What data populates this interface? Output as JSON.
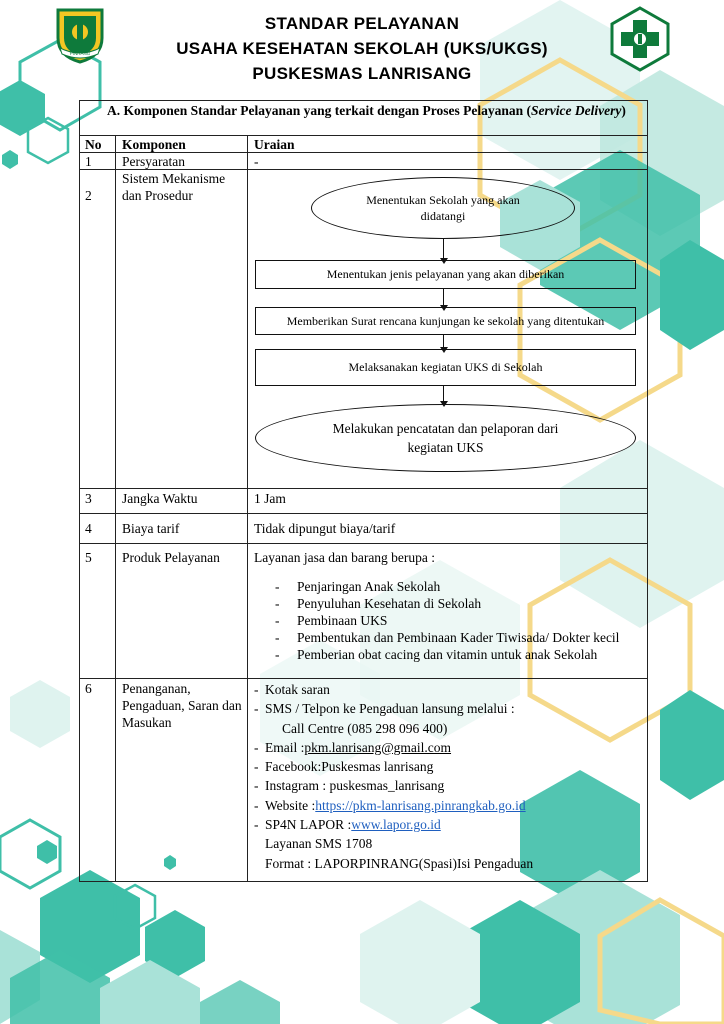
{
  "header": {
    "title_line1": "STANDAR PELAYANAN",
    "title_line2": "USAHA KESEHATAN SEKOLAH (UKS/UKGS)",
    "title_line3": "PUSKESMAS LANRISANG",
    "left_logo_icon": "regency-emblem-icon",
    "left_logo_ribbon": "PINRANG",
    "right_logo_icon": "puskesmas-cross-logo-icon"
  },
  "colors": {
    "teal": "#3fbfa8",
    "teal_light": "#a9e2d8",
    "gold": "#f5d98a",
    "link": "#1f5fbf",
    "logo_green": "#0e7a3b"
  },
  "section": {
    "title_prefix": "A.  Komponen Standar Pelayanan yang terkait dengan Proses Pelayanan (",
    "title_italic": "Service Delivery",
    "title_suffix": ")"
  },
  "table": {
    "headers": {
      "no": "No",
      "komponen": "Komponen",
      "uraian": "Uraian"
    },
    "rows": [
      {
        "no": "1",
        "komponen": "Persyaratan",
        "uraian": "-"
      },
      {
        "no": "2",
        "komponen": "Sistem Mekanisme dan Prosedur"
      },
      {
        "no": "3",
        "komponen": "Jangka Waktu",
        "uraian": "1 Jam"
      },
      {
        "no": "4",
        "komponen": "Biaya tarif",
        "uraian": "Tidak dipungut biaya/tarif"
      },
      {
        "no": "5",
        "komponen": "Produk Pelayanan",
        "uraian": "Layanan jasa dan barang berupa :"
      },
      {
        "no": "6",
        "komponen": "Penanganan, Pengaduan, Saran dan Masukan"
      }
    ]
  },
  "flowchart": {
    "step1": "Menentukan Sekolah yang akan didatangi",
    "step2": "Menentukan jenis pelayanan yang akan diberikan",
    "step3": "Memberikan Surat rencana kunjungan ke sekolah yang ditentukan",
    "step4": "Melaksanakan kegiatan UKS di Sekolah",
    "step5": "Melakukan pencatatan dan pelaporan dari kegiatan UKS"
  },
  "produk_list": [
    "Penjaringan Anak Sekolah",
    "Penyuluhan Kesehatan di Sekolah",
    "Pembinaan UKS",
    "Pembentukan dan Pembinaan Kader Tiwisada/ Dokter kecil",
    "Pemberian obat cacing dan vitamin untuk anak Sekolah"
  ],
  "pengaduan": {
    "kotak": "Kotak saran",
    "sms": "SMS / Telpon ke Pengaduan lansung melalui :",
    "call_centre": "Call Centre  (085 298 096 400)",
    "email_label": "Email : ",
    "email_value": "pkm.lanrisang@gmail.com",
    "facebook": "Facebook:Puskesmas lanrisang",
    "instagram": "Instagram : puskesmas_lanrisang",
    "website_label": "Website : ",
    "website_value": "https://pkm-lanrisang.pinrangkab.go.id",
    "sp4n_label": "SP4N LAPOR : ",
    "sp4n_value": "www.lapor.go.id",
    "sms_line": "Layanan SMS 1708",
    "format": "Format : LAPORPINRANG(Spasi)Isi Pengaduan"
  }
}
